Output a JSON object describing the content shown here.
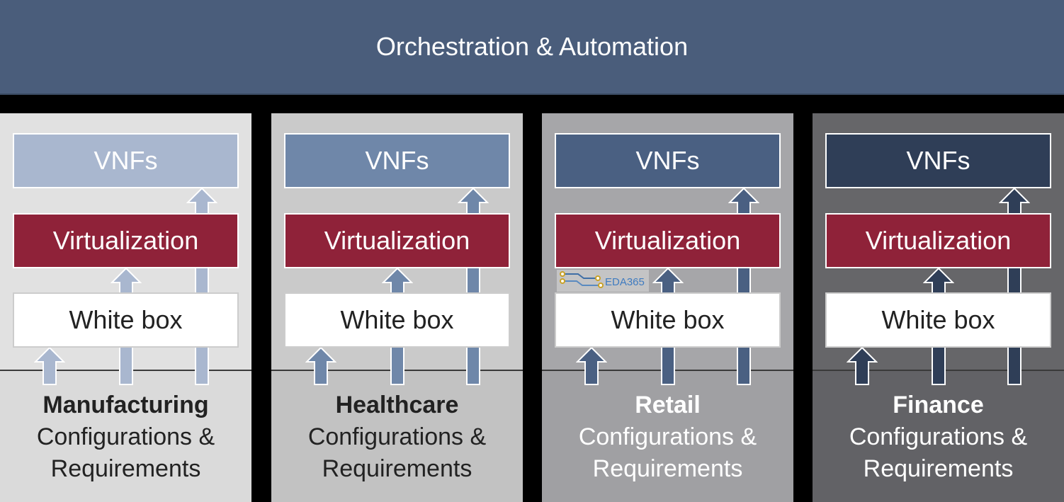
{
  "header": {
    "title": "Orchestration & Automation"
  },
  "layers": {
    "vnf": "VNFs",
    "virtualization": "Virtualization",
    "whitebox": "White box"
  },
  "columns": [
    {
      "industry": "Manufacturing",
      "line1": "Configurations &",
      "line2": "Requirements",
      "bg": "#e1e1e1",
      "lower_bg": "#dadada",
      "accent": "#a9b7cf",
      "text": "#222222"
    },
    {
      "industry": "Healthcare",
      "line1": "Configurations &",
      "line2": "Requirements",
      "bg": "#cacaca",
      "lower_bg": "#c2c2c2",
      "accent": "#6f87a9",
      "text": "#222222"
    },
    {
      "industry": "Retail",
      "line1": "Configurations &",
      "line2": "Requirements",
      "bg": "#a6a6a9",
      "lower_bg": "#a0a0a3",
      "accent": "#4a6082",
      "text": "#ffffff"
    },
    {
      "industry": "Finance",
      "line1": "Configurations &",
      "line2": "Requirements",
      "bg": "#666669",
      "lower_bg": "#626266",
      "accent": "#2f3e57",
      "text": "#ffffff"
    }
  ],
  "colors": {
    "virtualization": "#8f2239",
    "header": "#4a5d7b"
  },
  "watermark": "EDA365"
}
